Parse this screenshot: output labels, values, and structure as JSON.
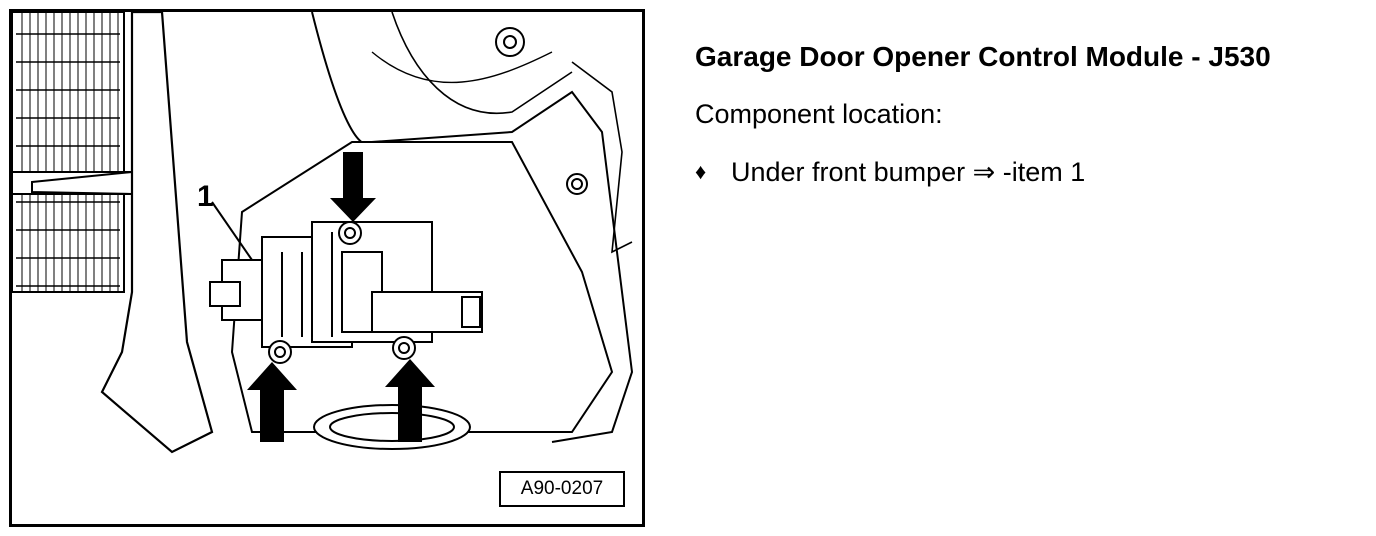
{
  "figure": {
    "callout_number": "1",
    "reference_code": "A90-0207"
  },
  "doc": {
    "title": "Garage Door Opener Control Module - J530",
    "subtitle": "Component location:",
    "bullets": [
      {
        "glyph": "♦",
        "text": "Under front bumper ⇒ -item 1"
      }
    ]
  }
}
